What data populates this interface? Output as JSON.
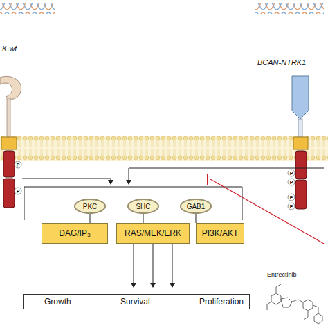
{
  "diagram": {
    "nodes": [
      {
        "text": [
          "PKC"
        ]
      },
      {
        "text": [
          "SHC"
        ]
      },
      {
        "text": [
          "GAB1"
        ]
      },
      {
        "text": [
          "DAG/IP₃"
        ]
      },
      {
        "text": [
          "RAS/MEK/ERK"
        ]
      },
      {
        "text": [
          "PI3K/AKT"
        ]
      },
      {
        "text": [
          "Growth",
          "Survival",
          "Proliferation"
        ]
      }
    ],
    "edges": [
      {
        "from": 0,
        "to": 3,
        "arrow": "none"
      },
      {
        "from": 1,
        "to": 4,
        "arrow": "none"
      },
      {
        "from": 2,
        "to": 5,
        "arrow": "none"
      },
      {
        "from": 4,
        "to": 6,
        "arrow": "to"
      },
      {
        "from": 4,
        "to": 6,
        "arrow": "to"
      },
      {
        "from": 4,
        "to": 6,
        "arrow": "to"
      }
    ],
    "labels": [
      "K wt",
      "BCAN-NTRK1",
      "P",
      "P",
      "P",
      "P",
      "P",
      "P",
      "Entrectinib"
    ]
  }
}
